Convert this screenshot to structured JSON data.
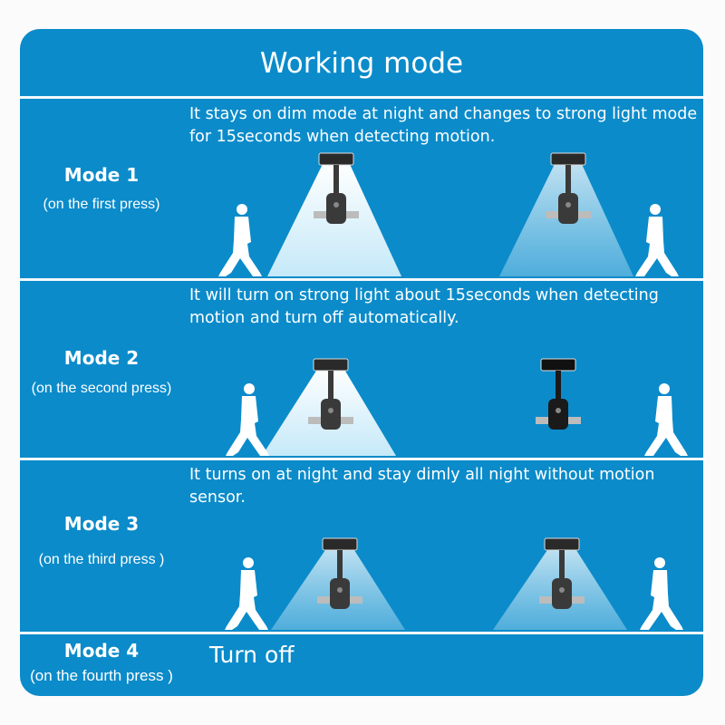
{
  "title": "Working mode",
  "modes": [
    {
      "name": "Mode 1",
      "press": "(on the first press)",
      "desc": "It stays on dim mode at night and changes to strong light  mode for 15seconds when detecting motion."
    },
    {
      "name": "Mode 2",
      "press": "(on the second press)",
      "desc": "It will turn on strong light about 15seconds when detecting motion and turn off automatically."
    },
    {
      "name": "Mode 3",
      "press": "(on the third press )",
      "desc": "It turns on at night and stay dimly all night without motion sensor."
    },
    {
      "name": "Mode 4",
      "press": "(on the fourth press )",
      "desc": "Turn off"
    }
  ],
  "colors": {
    "background": "#0b8bca",
    "beam": "#e8f6fc"
  }
}
